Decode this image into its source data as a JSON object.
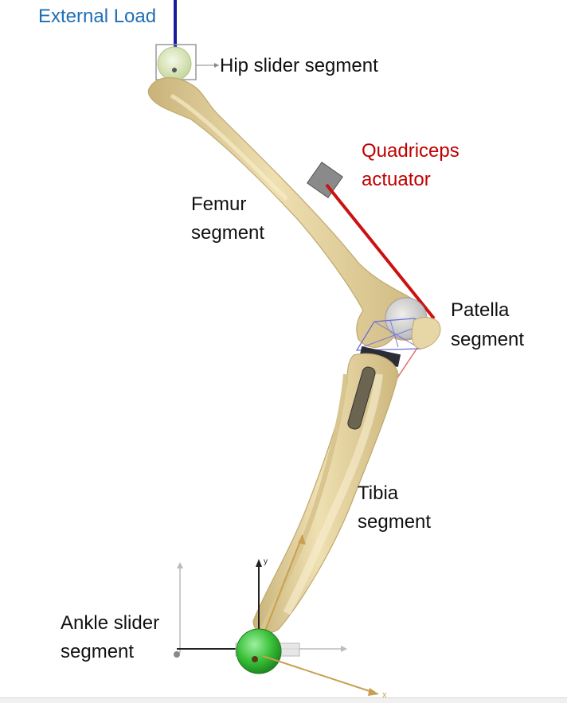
{
  "labels": {
    "external_load": "External Load",
    "hip_slider": "Hip slider segment",
    "quadriceps_line1": "Quadriceps",
    "quadriceps_line2": "actuator",
    "femur_line1": "Femur",
    "femur_line2": "segment",
    "patella_line1": "Patella",
    "patella_line2": "segment",
    "tibia_line1": "Tibia",
    "tibia_line2": "segment",
    "ankle_line1": "Ankle slider",
    "ankle_line2": "segment"
  },
  "axes": {
    "y_axis_label": "y",
    "x_axis_label": "x"
  },
  "colors": {
    "bone": "#e6d3a0",
    "bone_shadow": "#c9b37a",
    "quadriceps": "#cc1111",
    "external_load": "#1a1aa0",
    "ankle_sphere": "#3fc83f",
    "hip_sphere": "#d8e6b8",
    "axis_tan": "#c8a050",
    "label_blue": "#1f6fb5",
    "label_red": "#c00000"
  }
}
